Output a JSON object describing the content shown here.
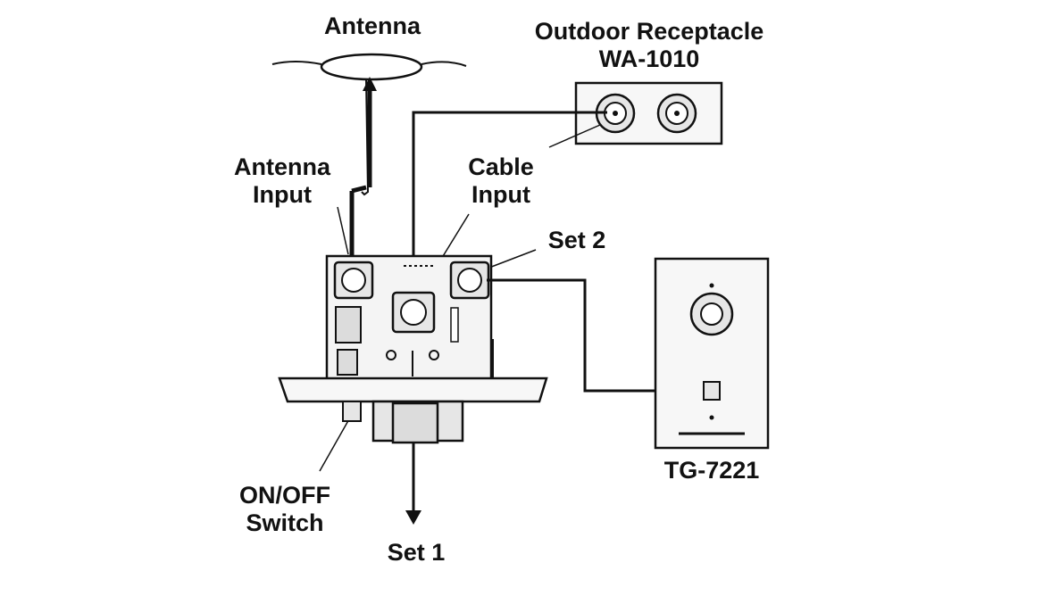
{
  "labels": {
    "antenna": "Antenna",
    "outdoor_receptacle": [
      "Outdoor Receptacle",
      "WA-1010"
    ],
    "antenna_input": [
      "Antenna",
      "Input"
    ],
    "cable_input": [
      "Cable",
      "Input"
    ],
    "set2": "Set 2",
    "tg7221": "TG-7221",
    "on_off_switch": [
      "ON/OFF",
      "Switch"
    ],
    "set1": "Set 1"
  },
  "colors": {
    "line": "#111111",
    "panel_fill": "#f2f2f2",
    "part_fill": "#e6e6e6"
  }
}
